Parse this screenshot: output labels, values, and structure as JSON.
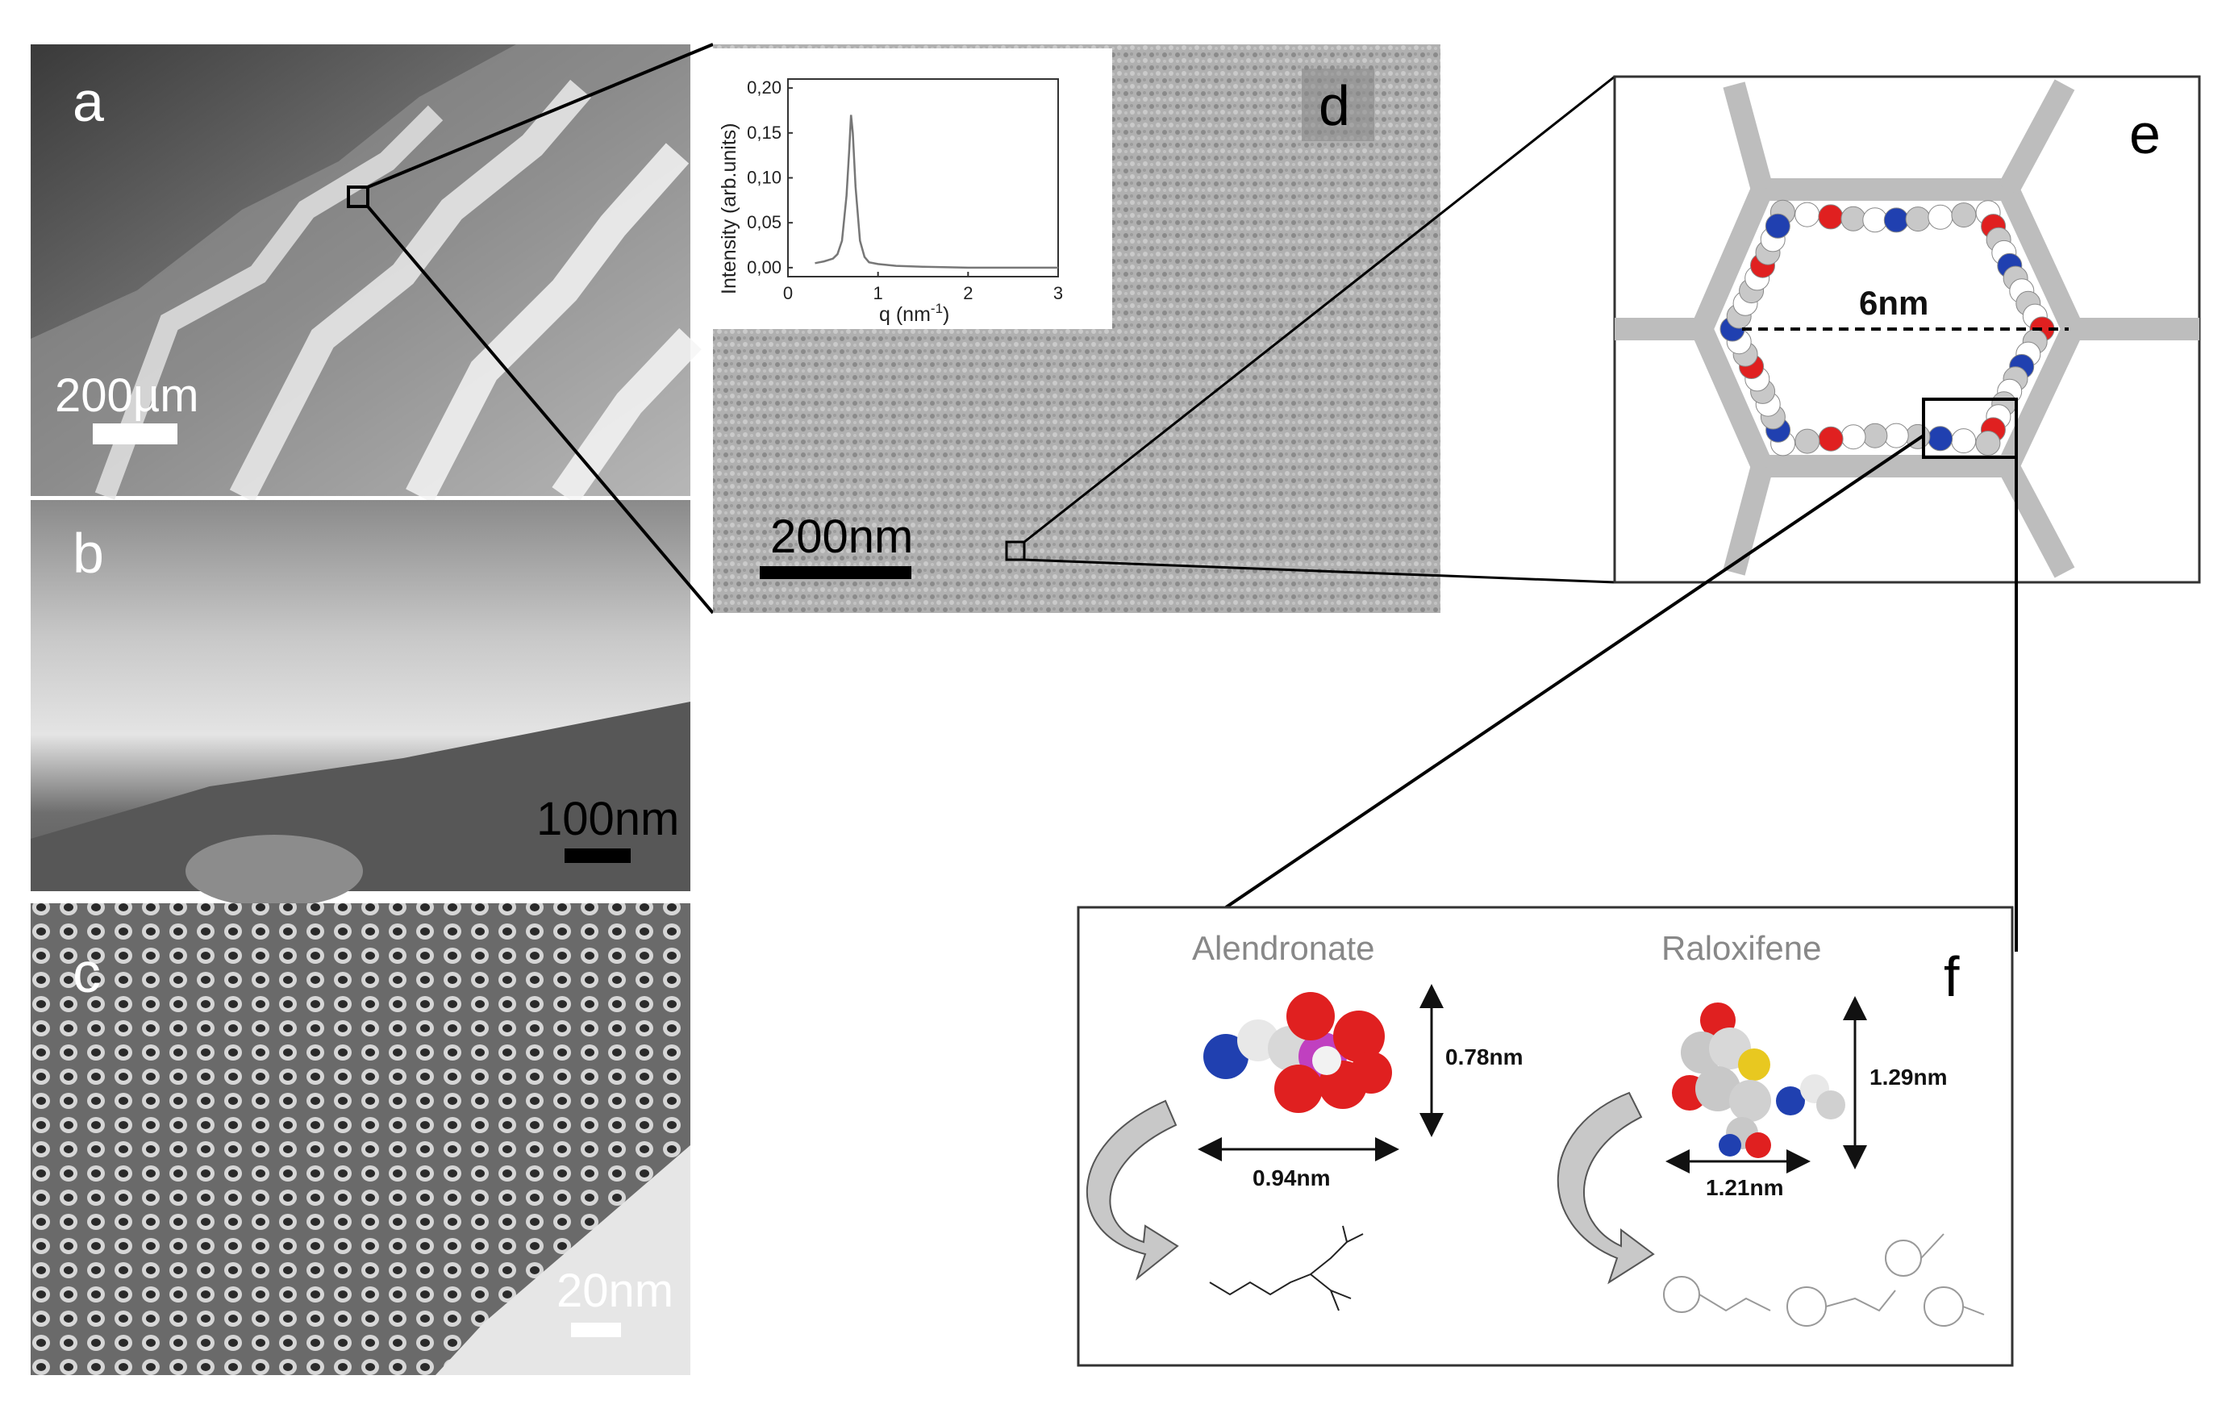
{
  "panels": {
    "a": {
      "label": "a",
      "scale_bar": "200µm"
    },
    "b": {
      "label": "b",
      "scale_bar": "100nm"
    },
    "c": {
      "label": "c",
      "scale_bar": "20nm"
    },
    "d": {
      "label": "d",
      "scale_bar": "200nm"
    },
    "e": {
      "label": "e",
      "pore_diameter": "6nm"
    },
    "f": {
      "label": "f"
    }
  },
  "inset_plot": {
    "ylabel": "Intensity (arb.units)",
    "xlabel": "q (nm",
    "xlabel_sup": "-1",
    "xlabel_end": ")",
    "yticks": [
      "0,20",
      "0,15",
      "0,10",
      "0,05",
      "0,00"
    ],
    "xticks": [
      "0",
      "1",
      "2",
      "3"
    ]
  },
  "chart_data": {
    "type": "line",
    "xlabel": "q (nm-1)",
    "ylabel": "Intensity (arb.units)",
    "xlim": [
      0,
      3
    ],
    "ylim": [
      -0.01,
      0.21
    ],
    "series": [
      {
        "x": [
          0.3,
          0.4,
          0.5,
          0.55,
          0.6,
          0.65,
          0.68,
          0.7,
          0.72,
          0.75,
          0.8,
          0.85,
          0.9,
          1.0,
          1.2,
          1.5,
          2.0,
          2.5,
          3.0
        ],
        "y": [
          0.005,
          0.007,
          0.01,
          0.015,
          0.03,
          0.08,
          0.13,
          0.17,
          0.15,
          0.09,
          0.03,
          0.012,
          0.006,
          0.004,
          0.002,
          0.001,
          0.0,
          0.0,
          0.0
        ]
      }
    ]
  },
  "molecules": {
    "alendronate": {
      "name": "Alendronate",
      "width": "0.94nm",
      "height": "0.78nm"
    },
    "raloxifene": {
      "name": "Raloxifene",
      "width": "1.21nm",
      "height": "1.29nm"
    }
  },
  "colors": {
    "oxygen": "#e02020",
    "nitrogen": "#2040b0",
    "carbon": "#c8c8c8",
    "sulfur": "#e8c820",
    "phosphorus": "#c040c0",
    "framework": "#bdbdbd"
  }
}
